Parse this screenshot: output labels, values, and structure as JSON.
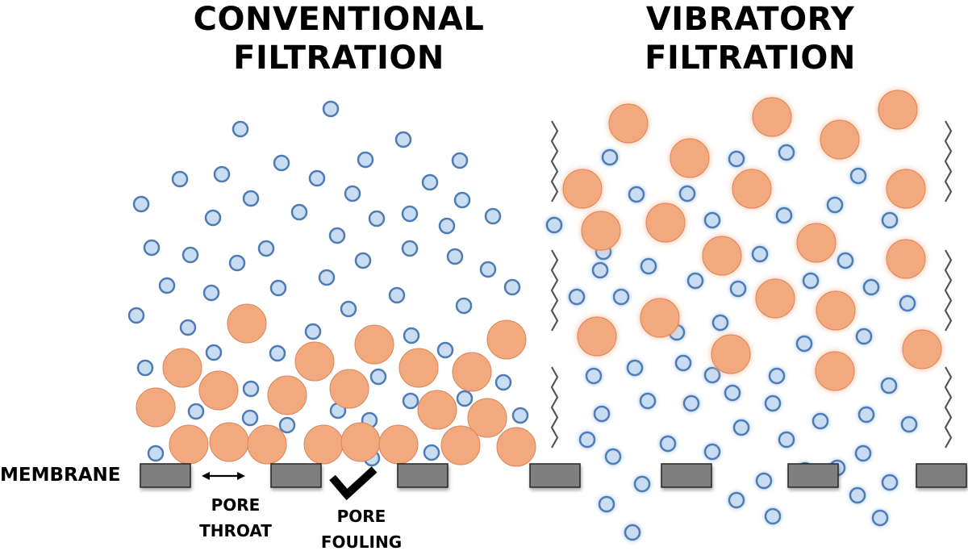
{
  "titles": {
    "conventional": [
      "CONVENTIONAL",
      "FILTRATION"
    ],
    "vibratory": [
      "VIBRATORY",
      "FILTRATION"
    ]
  },
  "labels": {
    "membrane": "MEMBRANE",
    "pore_throat": [
      "PORE",
      "THROAT"
    ],
    "pore_fouling": [
      "PORE",
      "FOULING"
    ]
  },
  "colors": {
    "small_particle_fill": "#c9ddf2",
    "small_particle_stroke": "#4f7bb4",
    "large_particle_fill": "#f2a97d",
    "large_particle_stroke": "#d9855a",
    "membrane_fill": "#7f7f7f",
    "membrane_stroke": "#262626",
    "glow": "#9cc2ec"
  },
  "icons": [
    "double-arrow-icon",
    "chevron-down-icon",
    "zigzag-vibration-icon"
  ]
}
